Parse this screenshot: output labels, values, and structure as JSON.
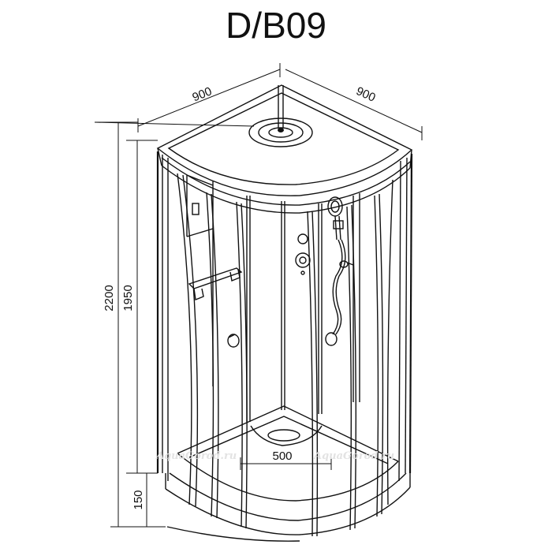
{
  "title": "D/B09",
  "dimensions": {
    "width_left": "900",
    "width_right": "900",
    "total_height": "2200",
    "cabin_height": "1950",
    "tray_height": "150",
    "drain_width": "500"
  },
  "watermarks": [
    "AquaGorod.ru",
    "AquaGorod.ru"
  ]
}
